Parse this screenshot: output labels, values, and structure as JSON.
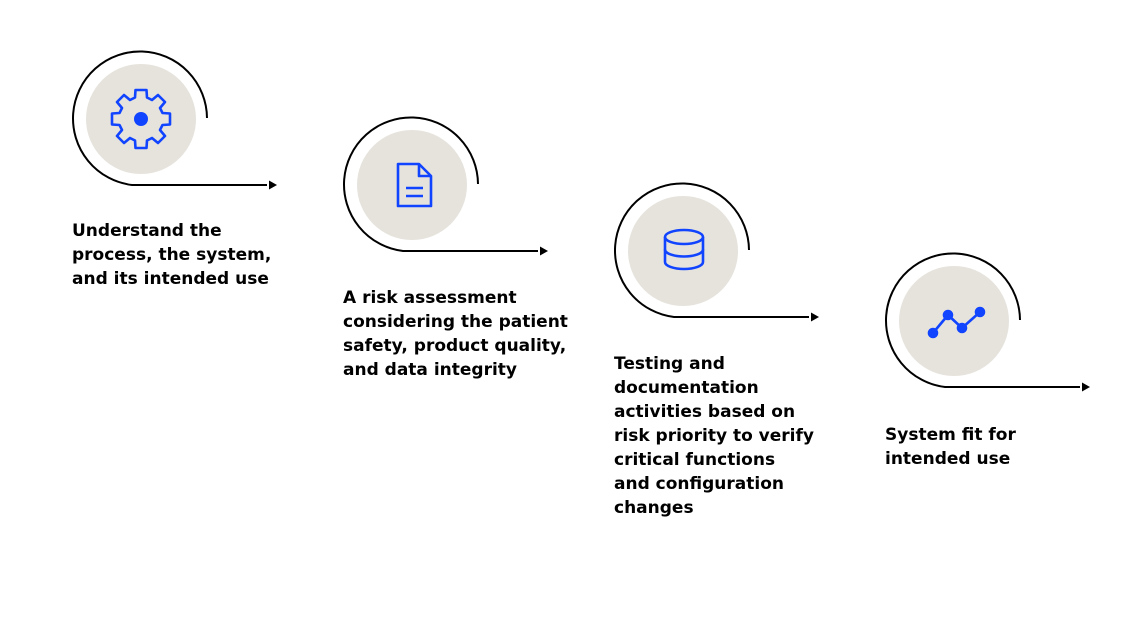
{
  "colors": {
    "accent": "#1144ff",
    "icon_bg": "#e6e3dd",
    "stroke": "#000000",
    "text": "#000000"
  },
  "steps": [
    {
      "icon": "gear-icon",
      "caption": "Understand the\nprocess, the system,\nand its intended use"
    },
    {
      "icon": "document-icon",
      "caption": "A risk assessment\nconsidering the patient\nsafety, product quality,\nand data integrity"
    },
    {
      "icon": "database-icon",
      "caption": "Testing and\ndocumentation\nactivities based on\nrisk priority to verify\ncritical functions\nand configuration\nchanges"
    },
    {
      "icon": "line-chart-icon",
      "caption": "System fit for\nintended use"
    }
  ]
}
